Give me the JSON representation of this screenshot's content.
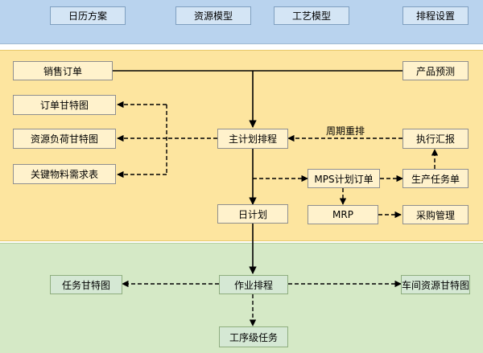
{
  "top_menu": {
    "calendar": "日历方案",
    "resource_model": "资源模型",
    "process_model": "工艺模型",
    "schedule_settings": "排程设置"
  },
  "nodes": {
    "sales_order": "销售订单",
    "product_forecast": "产品预测",
    "order_gantt": "订单甘特图",
    "resource_load_gantt": "资源负荷甘特图",
    "key_material_table": "关键物料需求表",
    "master_schedule": "主计划排程",
    "execution_report": "执行汇报",
    "mps_order": "MPS计划订单",
    "production_task": "生产任务单",
    "daily_plan": "日计划",
    "mrp": "MRP",
    "purchase_mgmt": "采购管理",
    "task_gantt": "任务甘特图",
    "job_scheduling": "作业排程",
    "workshop_resource_gantt": "车间资源甘特图",
    "operation_task": "工序级任务"
  },
  "edge_labels": {
    "periodic_reschedule": "周期重排"
  },
  "colors": {
    "top_band": "#b9d3ee",
    "middle_band": "#fde59f",
    "bottom_band": "#d5e9c6"
  }
}
